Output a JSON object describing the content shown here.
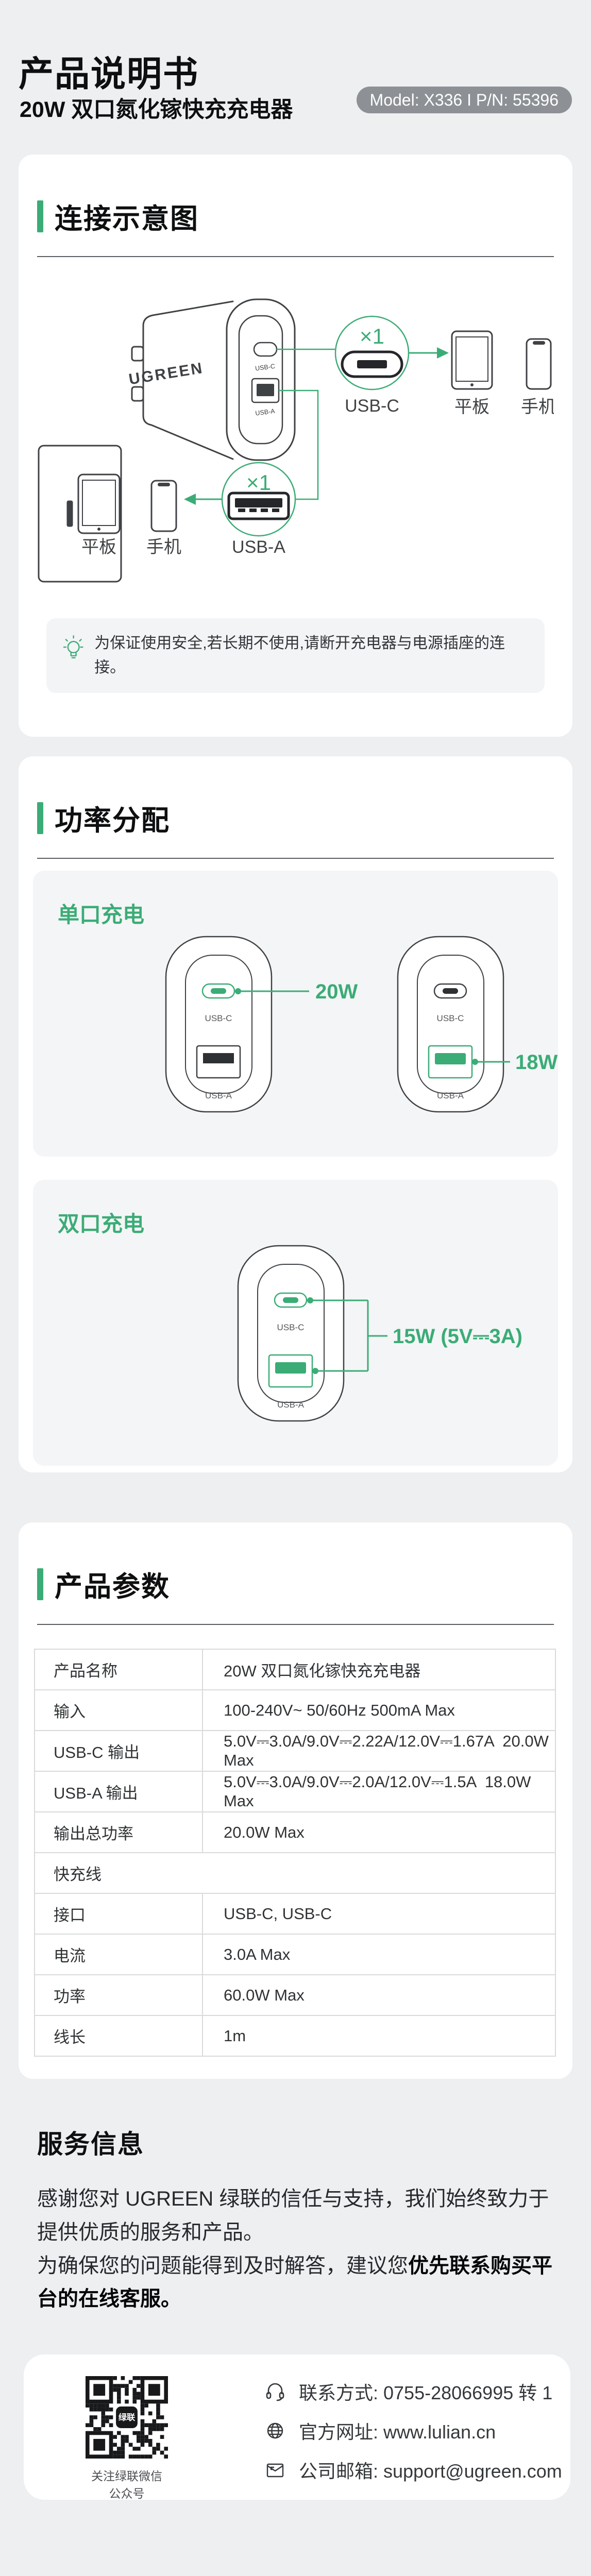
{
  "header": {
    "title": "产品说明书",
    "subtitle": "20W 双口氮化镓快充充电器",
    "model_badge": "Model: X336 I P/N: 55396"
  },
  "colors": {
    "accent": "#3bac76",
    "page_bg": "#edeff1",
    "badge_bg": "#8d9195"
  },
  "connection": {
    "section_title": "连接示意图",
    "brand": "UGREEN",
    "charger_usbc_label": "USB-C",
    "charger_usba_label": "USB-A",
    "usbc": {
      "count": "×1",
      "label": "USB-C",
      "device1": "平板",
      "device2": "手机"
    },
    "usba": {
      "count": "×1",
      "label": "USB-A",
      "device1": "平板",
      "device2": "手机"
    },
    "tip": "为保证使用安全,若长期不使用,请断开充电器与电源插座的连接。"
  },
  "power": {
    "section_title": "功率分配",
    "single": {
      "title": "单口充电",
      "usbc_label": "USB-C",
      "usba_label": "USB-A",
      "usbc_power": "20W",
      "usba_power": "18W"
    },
    "dual": {
      "title": "双口充电",
      "usbc_label": "USB-C",
      "usba_label": "USB-A",
      "power": "15W (5V⎓3A)"
    }
  },
  "specs": {
    "section_title": "产品参数",
    "rows": [
      {
        "label": "产品名称",
        "value": "20W 双口氮化镓快充充电器"
      },
      {
        "label": "输入",
        "value": "100-240V~ 50/60Hz 500mA Max"
      },
      {
        "label": "USB-C 输出",
        "value": "5.0V⎓3.0A/9.0V⎓2.22A/12.0V⎓1.67A  20.0W Max"
      },
      {
        "label": "USB-A 输出",
        "value": "5.0V⎓3.0A/9.0V⎓2.0A/12.0V⎓1.5A  18.0W Max"
      },
      {
        "label": "输出总功率",
        "value": "20.0W Max"
      },
      {
        "label": "快充线",
        "value": ""
      },
      {
        "label": "接口",
        "value": "USB-C, USB-C"
      },
      {
        "label": "电流",
        "value": "3.0A Max"
      },
      {
        "label": "功率",
        "value": "60.0W Max"
      },
      {
        "label": "线长",
        "value": "1m"
      }
    ]
  },
  "service": {
    "title": "服务信息",
    "p1": "感谢您对 UGREEN 绿联的信任与支持，我们始终致力于提供优质的服务和产品。",
    "p2_normal": "为确保您的问题能得到及时解答，建议您",
    "p2_bold": "优先联系购买平台的在线客服。"
  },
  "footer": {
    "qr_logo": "绿联",
    "qr_caption": "关注绿联微信公众号",
    "contacts": [
      {
        "icon": "headset-icon",
        "text": "联系方式: 0755-28066995 转 1"
      },
      {
        "icon": "globe-icon",
        "text": "官方网址: www.lulian.cn"
      },
      {
        "icon": "mail-icon",
        "text": "公司邮箱: support@ugreen.com"
      }
    ]
  }
}
